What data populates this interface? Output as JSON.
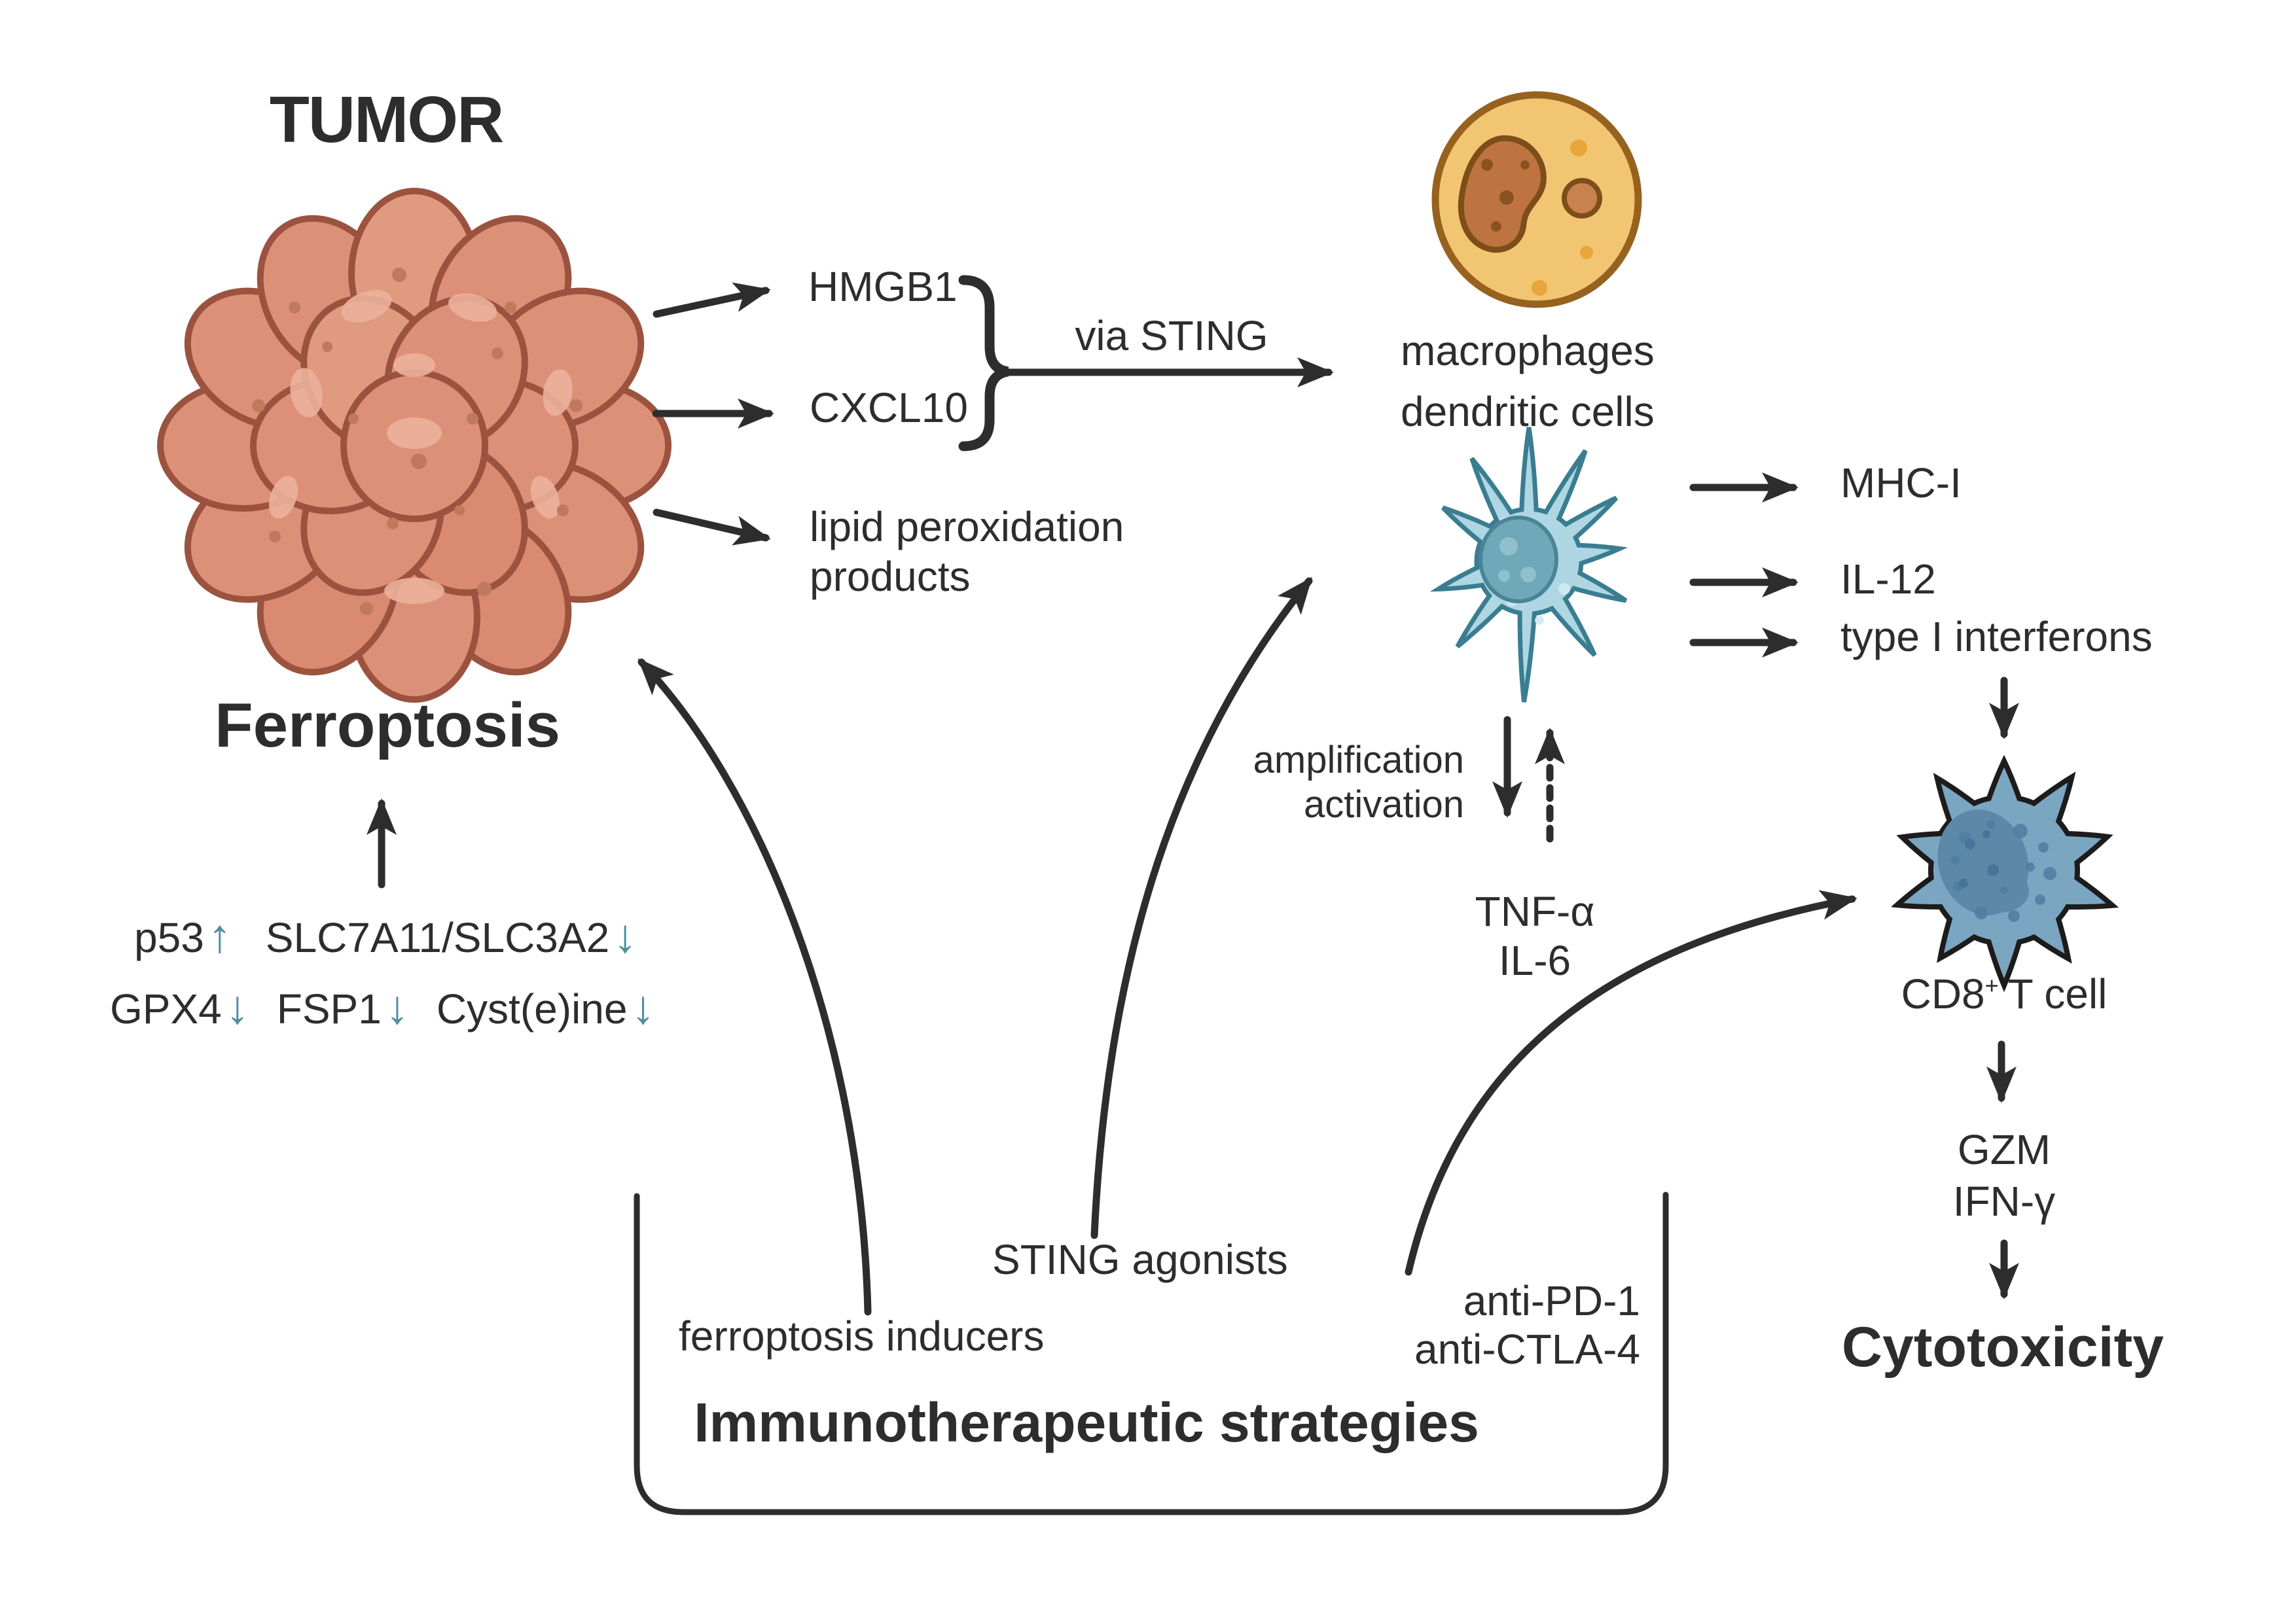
{
  "colors": {
    "ink": "#2d2d2d",
    "accent_teal": "#4e8fa0",
    "tumor_fill": "#dd9078",
    "tumor_stroke": "#9b5340",
    "macrophage_fill": "#f2c573",
    "macrophage_nucleus": "#bd7440",
    "dendritic_fill": "#aed6e3",
    "tcell_fill": "#7aa6c2"
  },
  "tumor": {
    "title": "TUMOR",
    "process": "Ferroptosis"
  },
  "released_factors": {
    "hmgb1": "HMGB1",
    "cxcl10": "CXCL10",
    "lipid_line1": "lipid peroxidation",
    "lipid_line2": "products",
    "via_sting": "via STING"
  },
  "antigen_presenting_cells": {
    "line1": "macrophages",
    "line2": "dendritic cells"
  },
  "dc_outputs": {
    "mhc1": "MHC-I",
    "il12": "IL-12",
    "type1_ifn": "type I interferons"
  },
  "crosstalk": {
    "amplification": "amplification",
    "activation": "activation",
    "tnf": "TNF-α",
    "il6": "IL-6"
  },
  "tcell": {
    "cd8": "CD8",
    "sup": "+",
    "label": "T cell",
    "gzm": "GZM",
    "ifng": "IFN-γ",
    "outcome": "Cytotoxicity"
  },
  "ferroptosis_regulators": {
    "p53": "p53",
    "slc": "SLC7A11/SLC3A2",
    "gpx4": "GPX4",
    "fsp1": "FSP1",
    "cysteine": "Cyst(e)ine",
    "up_arrow": "↑",
    "down_arrow": "↓"
  },
  "strategies": {
    "title": "Immunotherapeutic strategies",
    "ferroptosis_inducers": "ferroptosis inducers",
    "sting_agonists": "STING agonists",
    "anti_pd1": "anti-PD-1",
    "anti_ctla4": "anti-CTLA-4"
  }
}
